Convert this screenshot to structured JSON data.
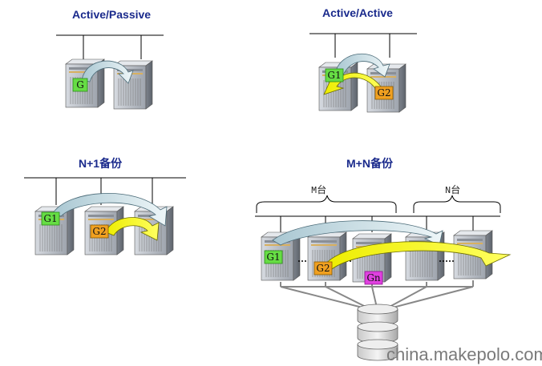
{
  "titles": {
    "active_passive": "Active/Passive",
    "active_active": "Active/Active",
    "n_plus_1": "N+1备份",
    "m_plus_n": "M+N备份"
  },
  "groups": {
    "m_label": "M台",
    "n_label": "N台"
  },
  "tags": {
    "g": "G",
    "g1": "G1",
    "g2": "G2",
    "gn": "Gn"
  },
  "colors": {
    "title": "#1a2a8c",
    "server_body": "#b9bec6",
    "arrow_blue": "#cfe3ea",
    "arrow_yellow": "#f4f400",
    "tag_green": "#66dd44",
    "tag_orange": "#f0a020",
    "tag_magenta": "#e040e0"
  },
  "watermark": "china.makepolo.com"
}
